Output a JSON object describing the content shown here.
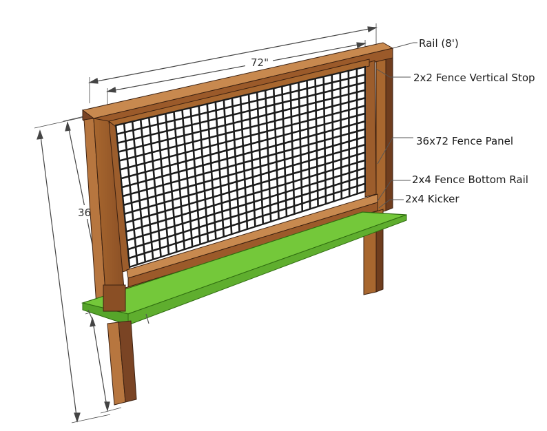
{
  "labels": {
    "rail": "Rail (8')",
    "vertical_stop": "2x2 Fence Vertical Stop",
    "fence_panel": "36x72 Fence Panel",
    "bottom_rail": "2x4 Fence Bottom Rail",
    "kicker": "2x4 Kicker"
  },
  "dimensions": {
    "width": "72\"",
    "panel_height": "36\""
  },
  "colors": {
    "wood_light": "#b7763f",
    "wood_dark": "#7a4424",
    "wood_top": "#c8894f",
    "shelf_green": "#74c83a",
    "shelf_edge": "#4d9a23",
    "mesh": "#1c1c1c",
    "leader": "#555555"
  }
}
